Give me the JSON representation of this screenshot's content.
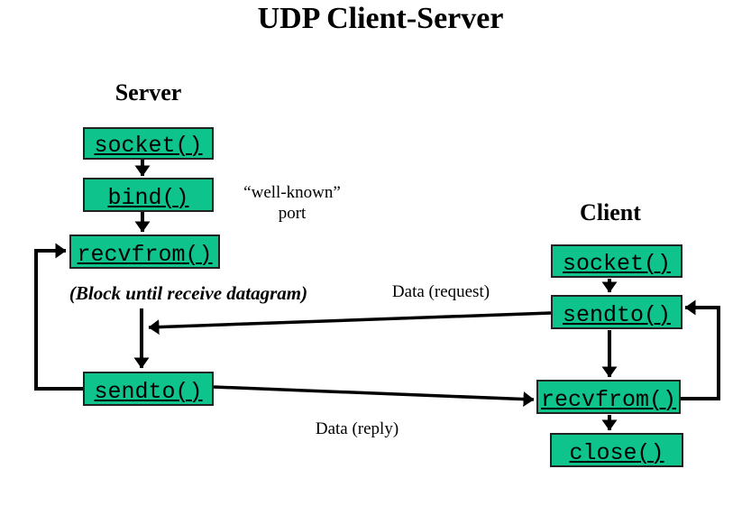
{
  "page": {
    "title": "UDP Client-Server"
  },
  "server": {
    "heading": "Server",
    "boxes": [
      {
        "id": "socket",
        "label": "socket()"
      },
      {
        "id": "bind",
        "label": "bind()"
      },
      {
        "id": "recvfrom",
        "label": "recvfrom()"
      },
      {
        "id": "sendto",
        "label": "sendto()"
      }
    ],
    "block_note": "(Block until receive datagram)"
  },
  "client": {
    "heading": "Client",
    "boxes": [
      {
        "id": "socket",
        "label": "socket()"
      },
      {
        "id": "sendto",
        "label": "sendto()"
      },
      {
        "id": "recvfrom",
        "label": "recvfrom()"
      },
      {
        "id": "close",
        "label": "close()"
      }
    ]
  },
  "annotations": {
    "well_known_line1": "“well-known”",
    "well_known_line2": "port",
    "data_request": "Data (request)",
    "data_reply": "Data (reply)"
  },
  "colors": {
    "box_fill": "#0fc38c",
    "box_border": "#222222",
    "arrow": "#000000",
    "text": "#000000"
  }
}
